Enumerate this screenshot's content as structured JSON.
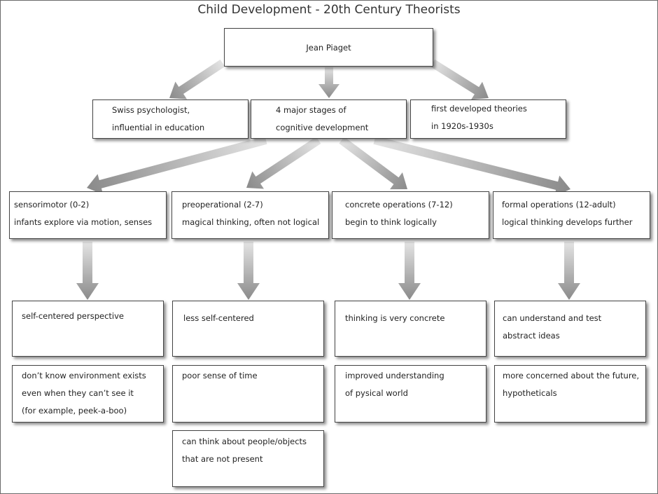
{
  "title": "Child Development - 20th Century Theorists",
  "root": {
    "text": "Jean Piaget"
  },
  "level1": [
    {
      "lines": [
        "Swiss psychologist,",
        "influential in education"
      ]
    },
    {
      "lines": [
        "4 major stages of",
        "cognitive development"
      ]
    },
    {
      "lines": [
        "first developed theories",
        "in 1920s-1930s"
      ]
    }
  ],
  "stages": [
    {
      "lines": [
        "sensorimotor (0-2)",
        "infants explore via motion, senses"
      ]
    },
    {
      "lines": [
        "preoperational (2-7)",
        "magical thinking, often not logical"
      ]
    },
    {
      "lines": [
        "concrete operations (7-12)",
        "begin to think logically"
      ]
    },
    {
      "lines": [
        "formal operations (12-adult)",
        "logical thinking develops further"
      ]
    }
  ],
  "details": [
    [
      {
        "lines": [
          "self-centered perspective"
        ]
      },
      {
        "lines": [
          "don’t know environment exists",
          "even when they can’t see it",
          "(for example, peek-a-boo)"
        ]
      }
    ],
    [
      {
        "lines": [
          "less self-centered"
        ]
      },
      {
        "lines": [
          "poor sense of time"
        ]
      },
      {
        "lines": [
          "can think about people/objects",
          "that are not present"
        ]
      }
    ],
    [
      {
        "lines": [
          "thinking is very concrete"
        ]
      },
      {
        "lines": [
          "improved understanding",
          "of pysical world"
        ]
      }
    ],
    [
      {
        "lines": [
          "can understand and test",
          "abstract ideas"
        ]
      },
      {
        "lines": [
          "more concerned about the future,",
          "hypotheticals"
        ]
      }
    ]
  ],
  "colors": {
    "arrow_dark": "#8a8a8a",
    "arrow_light": "#e4e4e4",
    "box_border": "#444444"
  }
}
